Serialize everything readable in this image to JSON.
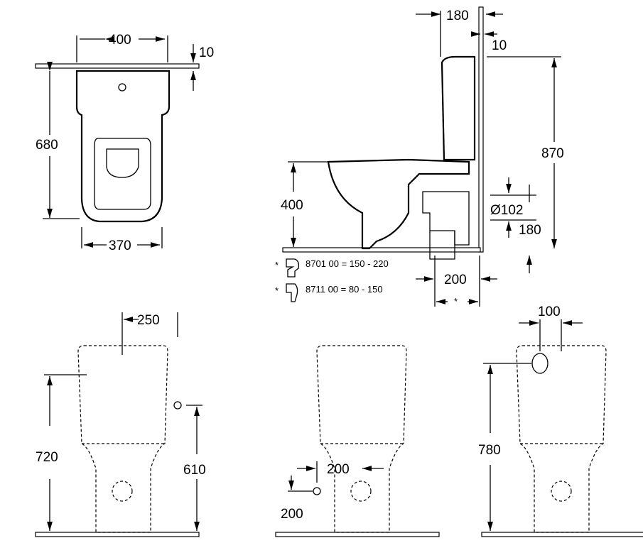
{
  "top_view": {
    "width_top": "400",
    "wall_gap": "10",
    "depth": "680",
    "width_bottom": "370"
  },
  "side_view": {
    "tank_depth": "180",
    "wall_gap": "10",
    "total_height": "870",
    "seat_height": "400",
    "outlet_diameter": "Ø102",
    "outlet_height": "180",
    "outlet_distance": "200",
    "outlet_note_marker": "*"
  },
  "notes": [
    {
      "marker": "*",
      "text": "8701 00 = 150 -  220"
    },
    {
      "marker": "*",
      "text": "8711 00 =  80 -  150"
    }
  ],
  "front_view_left": {
    "offset": "250",
    "height": "720",
    "connection_height": "610"
  },
  "front_view_middle": {
    "offset": "200",
    "connection_height": "200"
  },
  "front_view_right": {
    "inlet_width": "100",
    "height": "780"
  }
}
